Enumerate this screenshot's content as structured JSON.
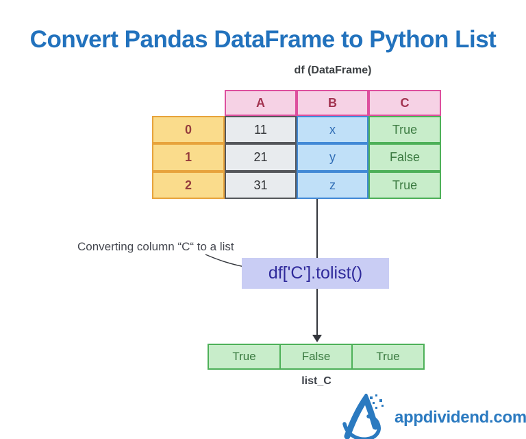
{
  "title": "Convert Pandas DataFrame to Python List",
  "dataframe": {
    "label": "df (DataFrame)",
    "columns": [
      "A",
      "B",
      "C"
    ],
    "rows": [
      {
        "index": "0",
        "A": "11",
        "B": "x",
        "C": "True"
      },
      {
        "index": "1",
        "A": "21",
        "B": "y",
        "C": "False"
      },
      {
        "index": "2",
        "A": "31",
        "B": "z",
        "C": "True"
      }
    ]
  },
  "annotation": "Converting column “C“ to a list",
  "code": "df['C'].tolist()",
  "result": {
    "values": [
      "True",
      "False",
      "True"
    ],
    "label": "list_C"
  },
  "branding": {
    "site": "appdividend.com"
  },
  "colors": {
    "title_blue": "#2272bd",
    "header_bg": "#f6d2e5",
    "header_border": "#dd4f9e",
    "header_text": "#a23350",
    "index_bg": "#fadc8c",
    "index_border": "#e7a33c",
    "index_text": "#953d3d",
    "col_a_bg": "#e8ebee",
    "col_a_border": "#54565a",
    "col_b_bg": "#c0e0f8",
    "col_b_border": "#4189d6",
    "col_b_text": "#2e6cb5",
    "col_c_bg": "#c8edca",
    "col_c_border": "#4db058",
    "col_c_text": "#39793f",
    "code_bg": "#c9cdf4",
    "code_text": "#2f2a9b",
    "arrow": "#33363c",
    "brand_blue": "#2b7ac0",
    "label_text": "#3c4043"
  }
}
